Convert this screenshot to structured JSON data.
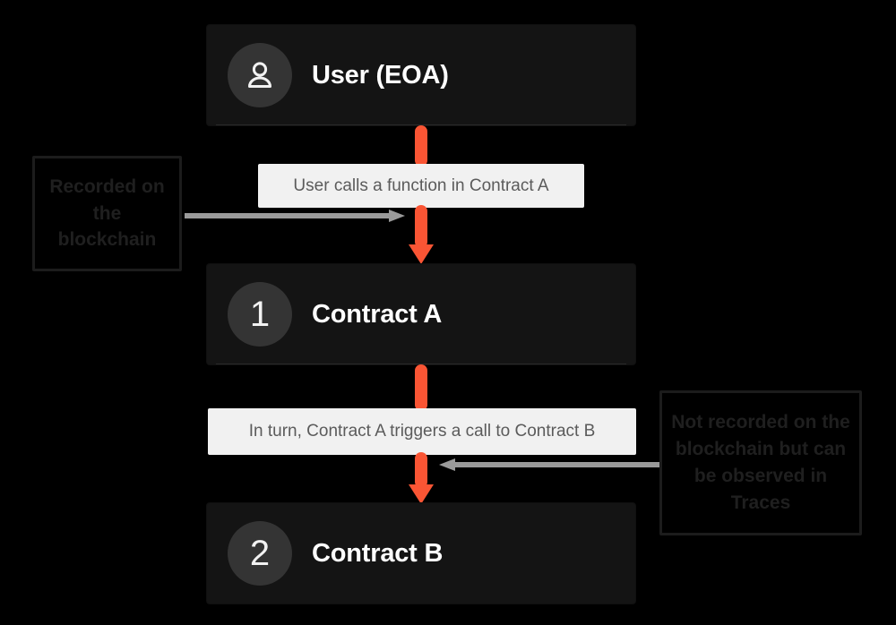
{
  "diagram": {
    "title": "Contract call flow",
    "accent_color": "#fa5534",
    "node_bg": "#141414",
    "badge_bg": "#343434",
    "chip_bg": "#f1f1f1",
    "chip_text_color": "#5b5b5b",
    "gray_arrow_color": "#9a9a9a",
    "nodes": [
      {
        "badge": "person-icon",
        "label": "User (EOA)"
      },
      {
        "badge": "1",
        "label": "Contract A"
      },
      {
        "badge": "2",
        "label": "Contract B"
      }
    ],
    "connector_labels": [
      {
        "text": "User calls a function in Contract A"
      },
      {
        "text": "In turn, Contract A triggers a call to Contract B"
      }
    ],
    "annotations": [
      {
        "text": "Recorded on the blockchain",
        "position": "left"
      },
      {
        "text": "Not recorded on the blockchain but can be observed in Traces",
        "position": "right"
      }
    ]
  }
}
